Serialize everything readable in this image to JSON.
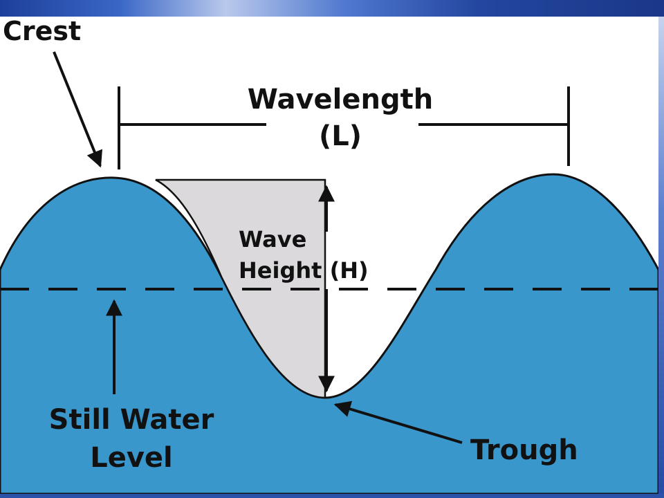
{
  "labels": {
    "crest": "Crest",
    "wavelength": "Wavelength",
    "wavelength_symbol": "(L)",
    "wave_height_line1": "Wave",
    "wave_height_line2": "Height (H)",
    "still_water_line1": "Still Water",
    "still_water_line2": "Level",
    "trough": "Trough"
  },
  "colors": {
    "water": "#3a97cc",
    "wave_height_fill": "#dcd9dc",
    "ink": "#111111",
    "background": "#ffffff"
  }
}
